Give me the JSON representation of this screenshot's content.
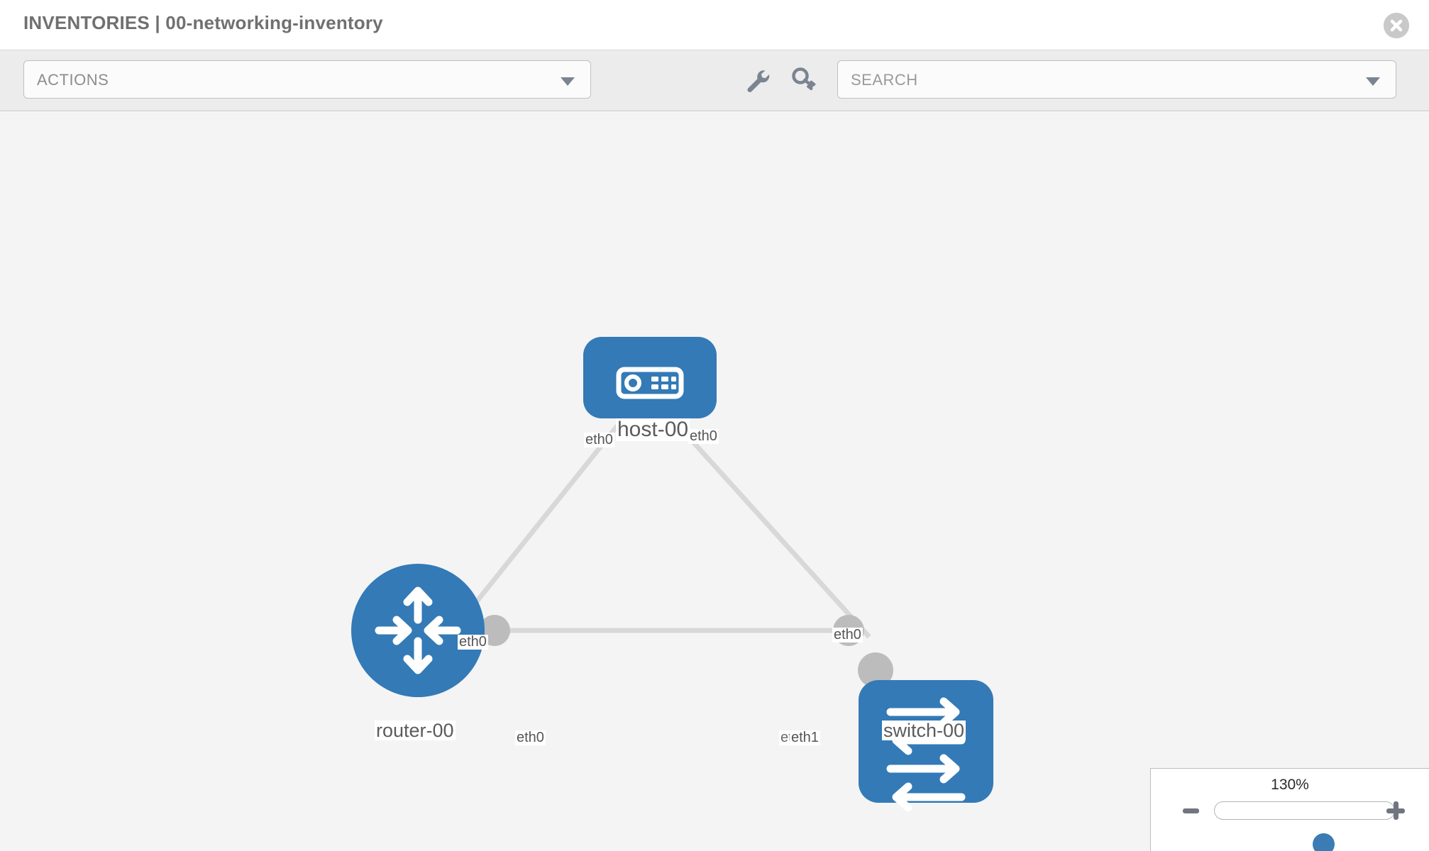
{
  "header": {
    "title": "INVENTORIES | 00-networking-inventory",
    "close_icon": "close-circle-icon"
  },
  "toolbar": {
    "actions_label": "ACTIONS",
    "actions_caret_icon": "chevron-down-icon",
    "wrench_icon": "wrench-icon",
    "key_icon": "key-icon",
    "search_placeholder": "SEARCH",
    "search_value": "",
    "search_caret_icon": "chevron-down-icon"
  },
  "topology": {
    "nodes": [
      {
        "id": "host-00",
        "label": "host-00",
        "type": "host",
        "shape": "rounded-square",
        "icon": "server-appliance-icon",
        "color": "#337ab7"
      },
      {
        "id": "router-00",
        "label": "router-00",
        "type": "router",
        "shape": "circle",
        "icon": "router-arrows-icon",
        "color": "#337ab7"
      },
      {
        "id": "switch-00",
        "label": "switch-00",
        "type": "switch",
        "shape": "rounded-square",
        "icon": "switch-arrows-icon",
        "color": "#337ab7"
      }
    ],
    "links": [
      {
        "from": "host-00",
        "to": "router-00",
        "from_interface": "eth0",
        "to_interface": "eth0"
      },
      {
        "from": "host-00",
        "to": "switch-00",
        "from_interface": "eth0",
        "to_interface": "eth0"
      },
      {
        "from": "router-00",
        "to": "switch-00",
        "from_interface": "eth0",
        "to_interface_a": "eth0",
        "to_interface_b": "eth1"
      }
    ],
    "interface_labels": {
      "host_left": "eth0",
      "host_right": "eth0",
      "router_up": "eth0",
      "switch_up": "eth0",
      "router_right": "eth0",
      "switch_left_under": "eth0",
      "switch_left_over": "eth1"
    }
  },
  "zoom_control": {
    "value_label": "130%",
    "minus_icon": "minus-icon",
    "plus_icon": "plus-icon",
    "slider_percent": 130
  }
}
